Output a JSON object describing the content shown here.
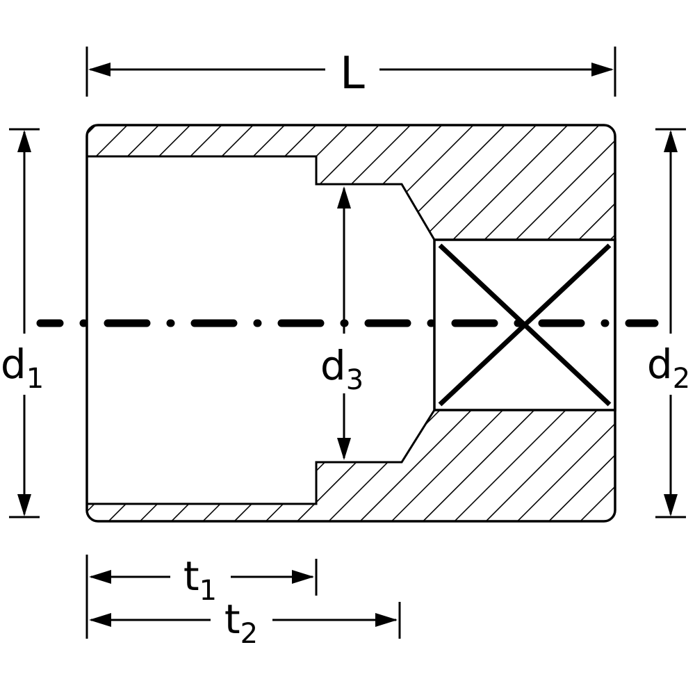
{
  "diagram": {
    "colors": {
      "ink": "#000000",
      "background": "#ffffff"
    },
    "labels": {
      "length": {
        "main": "L"
      },
      "d1": {
        "main": "d",
        "sub": "1"
      },
      "d2": {
        "main": "d",
        "sub": "2"
      },
      "d3": {
        "main": "d",
        "sub": "3"
      },
      "t1": {
        "main": "t",
        "sub": "1"
      },
      "t2": {
        "main": "t",
        "sub": "2"
      }
    }
  }
}
